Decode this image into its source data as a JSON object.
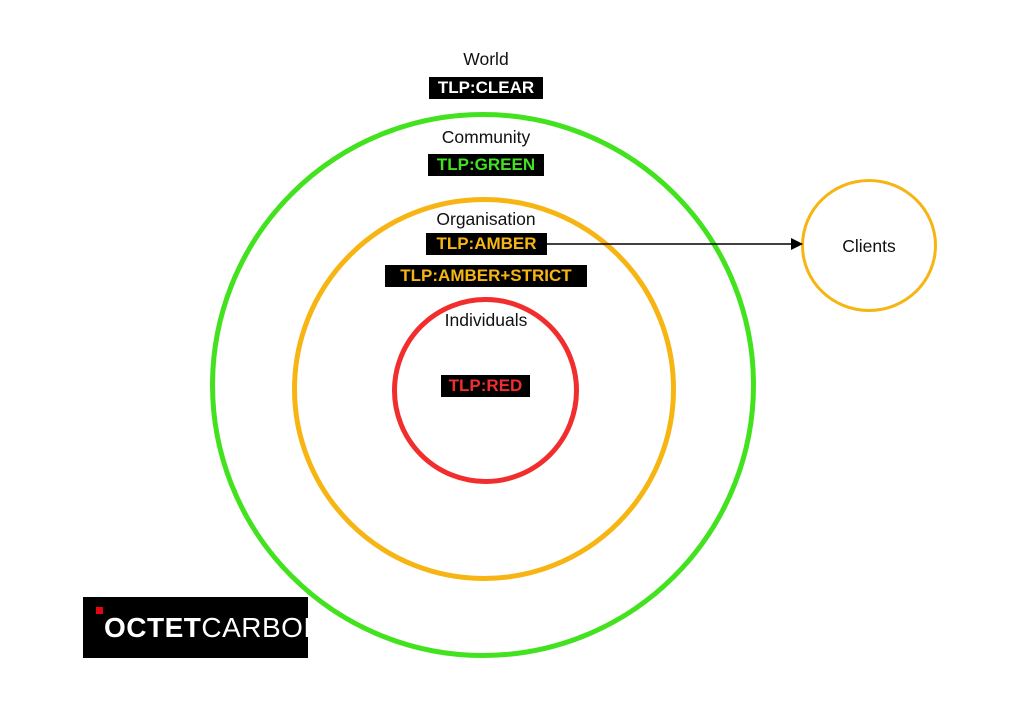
{
  "diagram": {
    "zones": {
      "world": {
        "label": "World",
        "tag": "TLP:CLEAR",
        "tag_color": "#ffffff"
      },
      "community": {
        "label": "Community",
        "tag": "TLP:GREEN",
        "tag_color": "#43e21f",
        "ring_color": "#43e21f"
      },
      "organisation": {
        "label": "Organisation",
        "tags": [
          "TLP:AMBER",
          "TLP:AMBER+STRICT"
        ],
        "tag_color": "#f7b514",
        "ring_color": "#f7b514"
      },
      "individuals": {
        "label": "Individuals",
        "tag": "TLP:RED",
        "tag_color": "#f12d2d",
        "ring_color": "#f12d2d"
      },
      "clients": {
        "label": "Clients",
        "ring_color": "#f7b514"
      }
    },
    "connector": {
      "from": "TLP:AMBER",
      "to": "Clients",
      "icon": "arrow-right-icon"
    }
  },
  "logo": {
    "bold_part": "OCTET",
    "light_part": "CARBON",
    "accent_color": "#e30613"
  }
}
